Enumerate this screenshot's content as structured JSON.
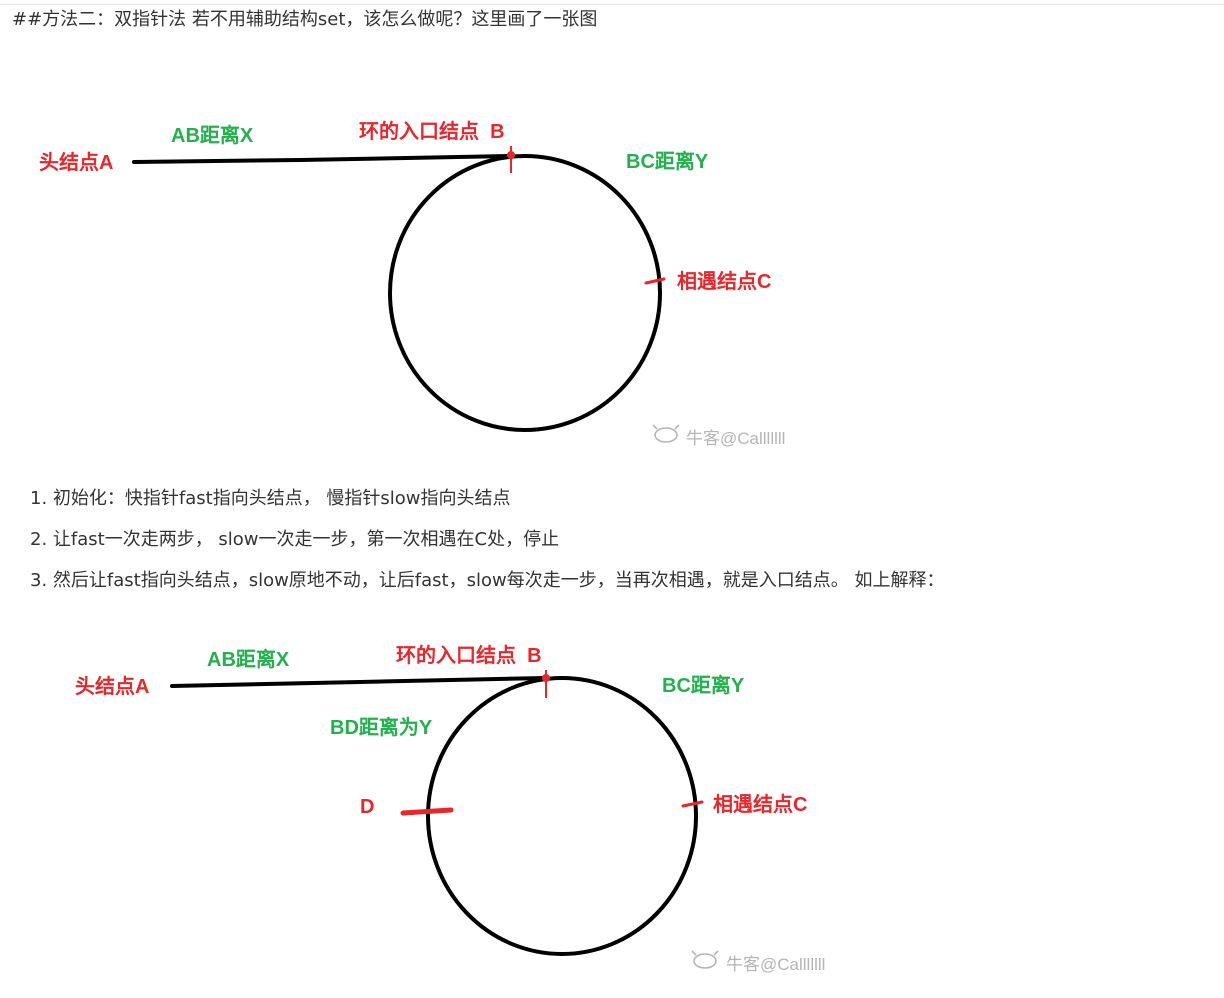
{
  "heading": "##方法二：双指针法 若不用辅助结构set，该怎么做呢？这里画了一张图",
  "figure1": {
    "head_label": "头结点A",
    "ab_label": "AB距离X",
    "entry_label": "环的入口结点  B",
    "bc_label": "BC距离Y",
    "meet_label": "相遇结点C",
    "watermark": "牛客@Calllllll"
  },
  "steps": [
    "1. 初始化：快指针fast指向头结点， 慢指针slow指向头结点",
    "2. 让fast一次走两步， slow一次走一步，第一次相遇在C处，停止",
    "3. 然后让fast指向头结点，slow原地不动，让后fast，slow每次走一步，当再次相遇，就是入口结点。 如上解释："
  ],
  "figure2": {
    "head_label": "头结点A",
    "ab_label": "AB距离X",
    "entry_label": "环的入口结点  B",
    "bc_label": "BC距离Y",
    "bd_label": "BD距离为Y",
    "d_label": "D",
    "meet_label": "相遇结点C",
    "watermark": "牛客@Calllllll"
  },
  "colors": {
    "red": "#e8262c",
    "green": "#22b14c",
    "line": "#000000",
    "watermark": "#b5b5b5"
  },
  "icons": {
    "watermark_logo": "nowcoder-logo-icon"
  }
}
